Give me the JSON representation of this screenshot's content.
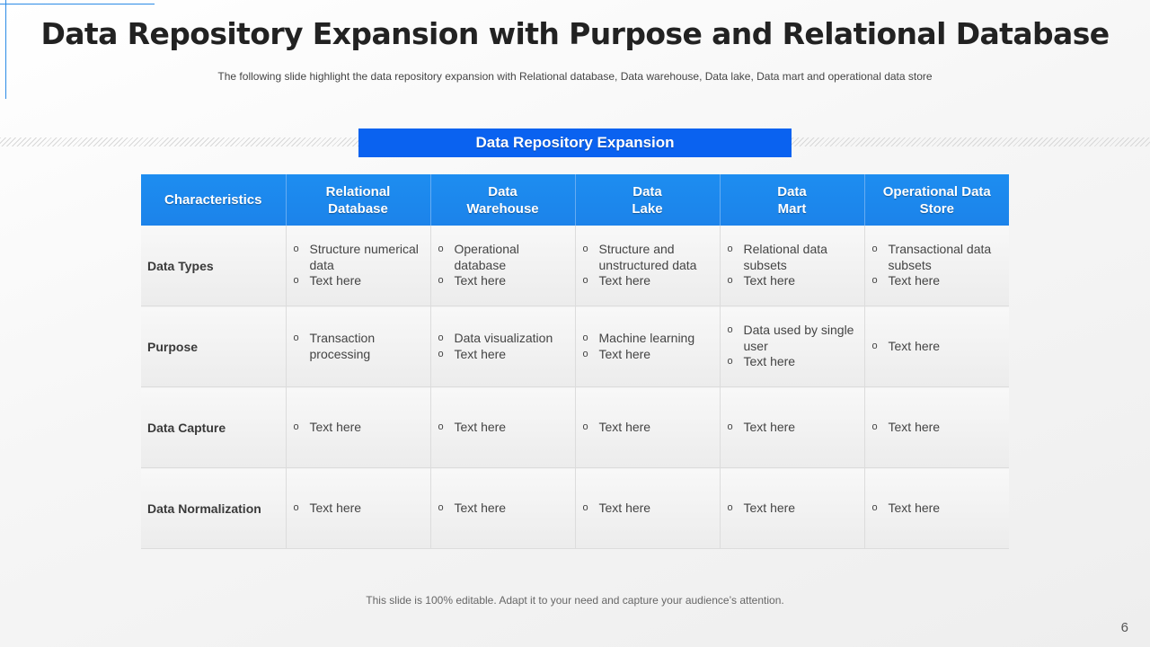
{
  "slide": {
    "title": "Data Repository Expansion with Purpose and Relational Database",
    "subtitle": "The following  slide highlight the data repository expansion with Relational database, Data warehouse,  Data lake, Data mart and operational data store",
    "banner": "Data Repository Expansion",
    "footer": "This slide is 100% editable. Adapt it to your need and capture your audience’s attention.",
    "page_number": "6"
  },
  "bullet_glyph": "o",
  "table": {
    "headers": [
      [
        "Characteristics"
      ],
      [
        "Relational",
        "Database"
      ],
      [
        "Data",
        "Warehouse"
      ],
      [
        "Data",
        "Lake"
      ],
      [
        "Data",
        "Mart"
      ],
      [
        "Operational Data",
        "Store"
      ]
    ],
    "rows": [
      {
        "label": "Data Types",
        "cells": [
          [
            "Structure numerical data",
            "Text here"
          ],
          [
            "Operational database",
            "Text here"
          ],
          [
            "Structure and unstructured data",
            "Text here"
          ],
          [
            "Relational data subsets",
            "Text here"
          ],
          [
            "Transactional data subsets",
            "Text here"
          ]
        ]
      },
      {
        "label": "Purpose",
        "cells": [
          [
            "Transaction processing"
          ],
          [
            "Data visualization",
            "Text here"
          ],
          [
            "Machine learning",
            "Text here"
          ],
          [
            "Data used by single user",
            "Text here"
          ],
          [
            "Text here"
          ]
        ]
      },
      {
        "label": "Data Capture",
        "cells": [
          [
            "Text here"
          ],
          [
            "Text here"
          ],
          [
            "Text here"
          ],
          [
            "Text here"
          ],
          [
            "Text here"
          ]
        ]
      },
      {
        "label": "Data Normalization",
        "cells": [
          [
            "Text here"
          ],
          [
            "Text here"
          ],
          [
            "Text here"
          ],
          [
            "Text here"
          ],
          [
            "Text here"
          ]
        ]
      }
    ]
  }
}
